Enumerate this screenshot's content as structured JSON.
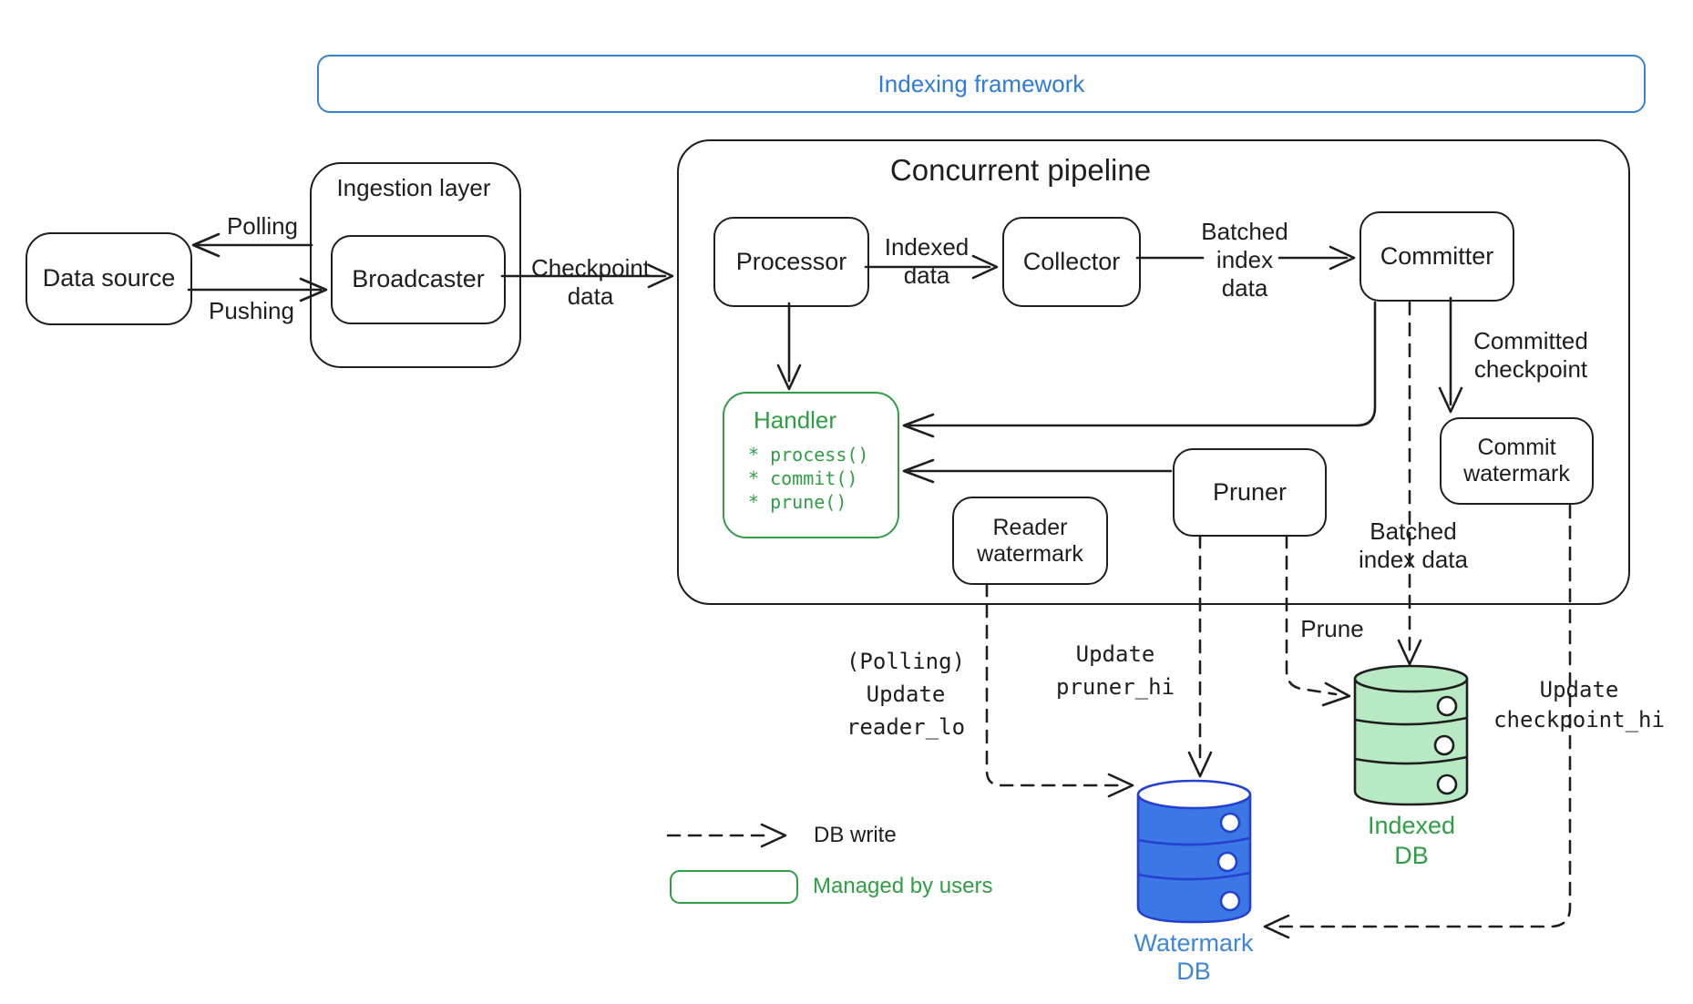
{
  "banner": {
    "label": "Indexing framework"
  },
  "boxes": {
    "data_source": {
      "label": "Data source"
    },
    "ingestion_layer": {
      "label": "Ingestion layer"
    },
    "broadcaster": {
      "label": "Broadcaster"
    },
    "pipeline": {
      "label": "Concurrent pipeline"
    },
    "processor": {
      "label": "Processor"
    },
    "collector": {
      "label": "Collector"
    },
    "committer": {
      "label": "Committer"
    },
    "handler": {
      "label": "Handler",
      "methods": "* process()\n* commit()\n* prune()"
    },
    "commit_watermark": {
      "label": "Commit\nwatermark"
    },
    "reader_watermark": {
      "label": "Reader\nwatermark"
    },
    "pruner": {
      "label": "Pruner"
    }
  },
  "edge_labels": {
    "polling": "Polling",
    "pushing": "Pushing",
    "checkpoint_data": "Checkpoint\ndata",
    "indexed_data": "Indexed\ndata",
    "batched_index_data": "Batched\nindex\ndata",
    "committed_checkpoint": "Committed\ncheckpoint",
    "batched_index_data_2": "Batched\nindex data",
    "prune": "Prune",
    "update_reader_lo": "(Polling)\nUpdate\nreader_lo",
    "update_pruner_hi": "Update\npruner_hi",
    "update_checkpoint_hi": "Update\ncheckpoint_hi"
  },
  "databases": {
    "watermark_db": {
      "label": "Watermark\nDB"
    },
    "indexed_db": {
      "label": "Indexed\nDB"
    }
  },
  "legend": {
    "db_write": "DB write",
    "managed_by_users": "Managed by users"
  },
  "colors": {
    "ink": "#1e1e1e",
    "accent_blue": "#2f7bd9",
    "accent_green": "#2f9e44",
    "watermark_db_fill": "#3c77e6",
    "watermark_db_stroke": "#2340cf",
    "watermark_db_label": "#3f86d8",
    "indexed_db_fill": "#b7e9c3",
    "indexed_db_stroke": "#1e1e1e"
  }
}
